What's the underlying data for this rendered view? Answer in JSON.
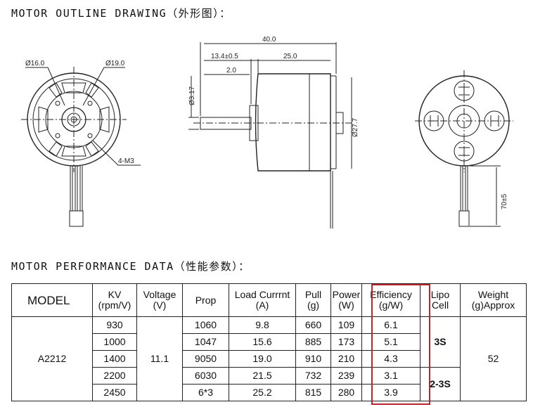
{
  "headings": {
    "outline": "MOTOR OUTLINE DRAWING（外形图）：",
    "performance": "MOTOR PERFORMANCE DATA（性能参数）："
  },
  "drawing": {
    "front": {
      "dia1": "Ø16.0",
      "dia2": "Ø19.0",
      "screw": "4-M3"
    },
    "side": {
      "overall": "40.0",
      "shaft_len": "13.4±0.5",
      "body_len": "25.0",
      "step": "2.0",
      "shaft_dia": "Ø3.17",
      "body_dia": "Ø27.7"
    },
    "rear": {
      "lead_len": "70±5"
    }
  },
  "table": {
    "headers": [
      {
        "line1": "MODEL",
        "line2": ""
      },
      {
        "line1": "KV",
        "line2": "(rpm/V)"
      },
      {
        "line1": "Voltage",
        "line2": "(V)"
      },
      {
        "line1": "Prop",
        "line2": ""
      },
      {
        "line1": "Load Currrnt",
        "line2": "(A)"
      },
      {
        "line1": "Pull",
        "line2": "(g)"
      },
      {
        "line1": "Power",
        "line2": "(W)"
      },
      {
        "line1": "Efficiency",
        "line2": "(g/W)"
      },
      {
        "line1": "Lipo",
        "line2": "Cell"
      },
      {
        "line1": "Weight",
        "line2": "(g)Approx"
      }
    ],
    "model": "A2212",
    "voltage": "11.1",
    "lipo_cell_1": "3S",
    "lipo_cell_2": "2-3S",
    "weight": "52",
    "rows": [
      {
        "kv": "930",
        "prop": "1060",
        "current": "9.8",
        "pull": "660",
        "power": "109",
        "efficiency": "6.1"
      },
      {
        "kv": "1000",
        "prop": "1047",
        "current": "15.6",
        "pull": "885",
        "power": "173",
        "efficiency": "5.1"
      },
      {
        "kv": "1400",
        "prop": "9050",
        "current": "19.0",
        "pull": "910",
        "power": "210",
        "efficiency": "4.3"
      },
      {
        "kv": "2200",
        "prop": "6030",
        "current": "21.5",
        "pull": "732",
        "power": "239",
        "efficiency": "3.1"
      },
      {
        "kv": "2450",
        "prop": "6*3",
        "current": "25.2",
        "pull": "815",
        "power": "280",
        "efficiency": "3.9"
      }
    ],
    "highlight_color": "#b8252d"
  }
}
